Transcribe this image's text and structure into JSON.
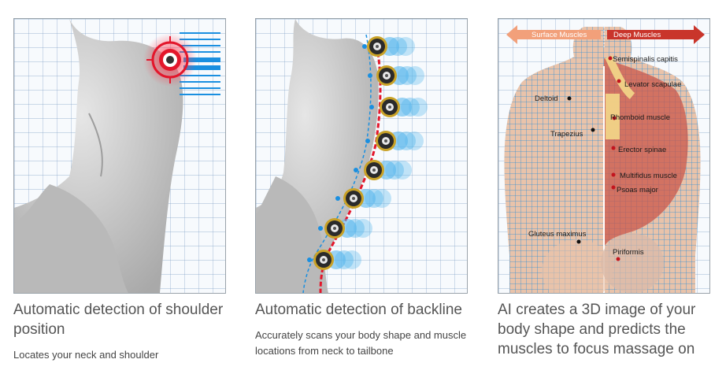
{
  "cards": [
    {
      "title": "Automatic detection of shoulder position",
      "description": "Locates your neck and shoulder"
    },
    {
      "title": "Automatic detection of backline",
      "description": "Accurately scans your body shape and muscle locations from neck to tailbone"
    },
    {
      "title": "AI creates a 3D image of your body shape and predicts the muscles to focus massage on",
      "description": ""
    }
  ],
  "diagram": {
    "arrow_left": "Surface Muscles",
    "arrow_right": "Deep Muscles",
    "labels": {
      "semispinalis": "Semispinalis capitis",
      "levator": "Levator scapulae",
      "deltoid": "Deltoid",
      "rhomboid": "Rhomboid muscle",
      "trapezius": "Trapezius",
      "erector": "Erector spinae",
      "multifidus": "Multifidus muscle",
      "psoas": "Psoas major",
      "gluteus": "Gluteus maximus",
      "piriformis": "Piriformis"
    }
  },
  "colors": {
    "grid_line": "#7fa0c6",
    "grid_bg": "#f6f9fc",
    "body": "#c8c8c8",
    "sensor_red": "#e3162b",
    "scan_blue": "#1a8fe0",
    "roller_gold": "#c9a227",
    "arrow_left": "#f2a07a",
    "arrow_right": "#c9352b"
  }
}
